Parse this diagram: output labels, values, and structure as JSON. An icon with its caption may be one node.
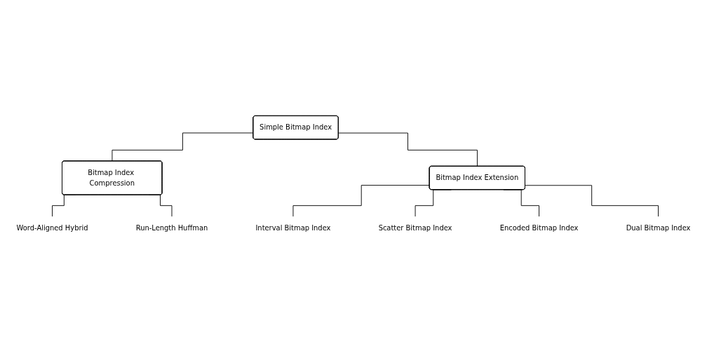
{
  "diagram": {
    "nodes": [
      {
        "text": [
          "Simple Bitmap Index"
        ]
      },
      {
        "text": [
          "Bitmap Index Compression"
        ]
      },
      {
        "text": [
          "Bitmap Index Extension"
        ]
      },
      {
        "text": [
          "Word-Aligned Hybrid"
        ]
      },
      {
        "text": [
          "Run-Length Huffman"
        ]
      },
      {
        "text": [
          "Interval Bitmap Index"
        ]
      },
      {
        "text": [
          "Scatter Bitmap Index"
        ]
      },
      {
        "text": [
          "Encoded Bitmap Index"
        ]
      },
      {
        "text": [
          "Dual Bitmap Index"
        ]
      }
    ],
    "edges": [
      {
        "from": 0,
        "to": 1,
        "arrow": "none"
      },
      {
        "from": 0,
        "to": 2,
        "arrow": "none"
      },
      {
        "from": 1,
        "to": 3,
        "arrow": "none"
      },
      {
        "from": 1,
        "to": 4,
        "arrow": "none"
      },
      {
        "from": 2,
        "to": 5,
        "arrow": "none"
      },
      {
        "from": 2,
        "to": 6,
        "arrow": "none"
      },
      {
        "from": 2,
        "to": 7,
        "arrow": "none"
      },
      {
        "from": 2,
        "to": 8,
        "arrow": "none"
      }
    ]
  }
}
